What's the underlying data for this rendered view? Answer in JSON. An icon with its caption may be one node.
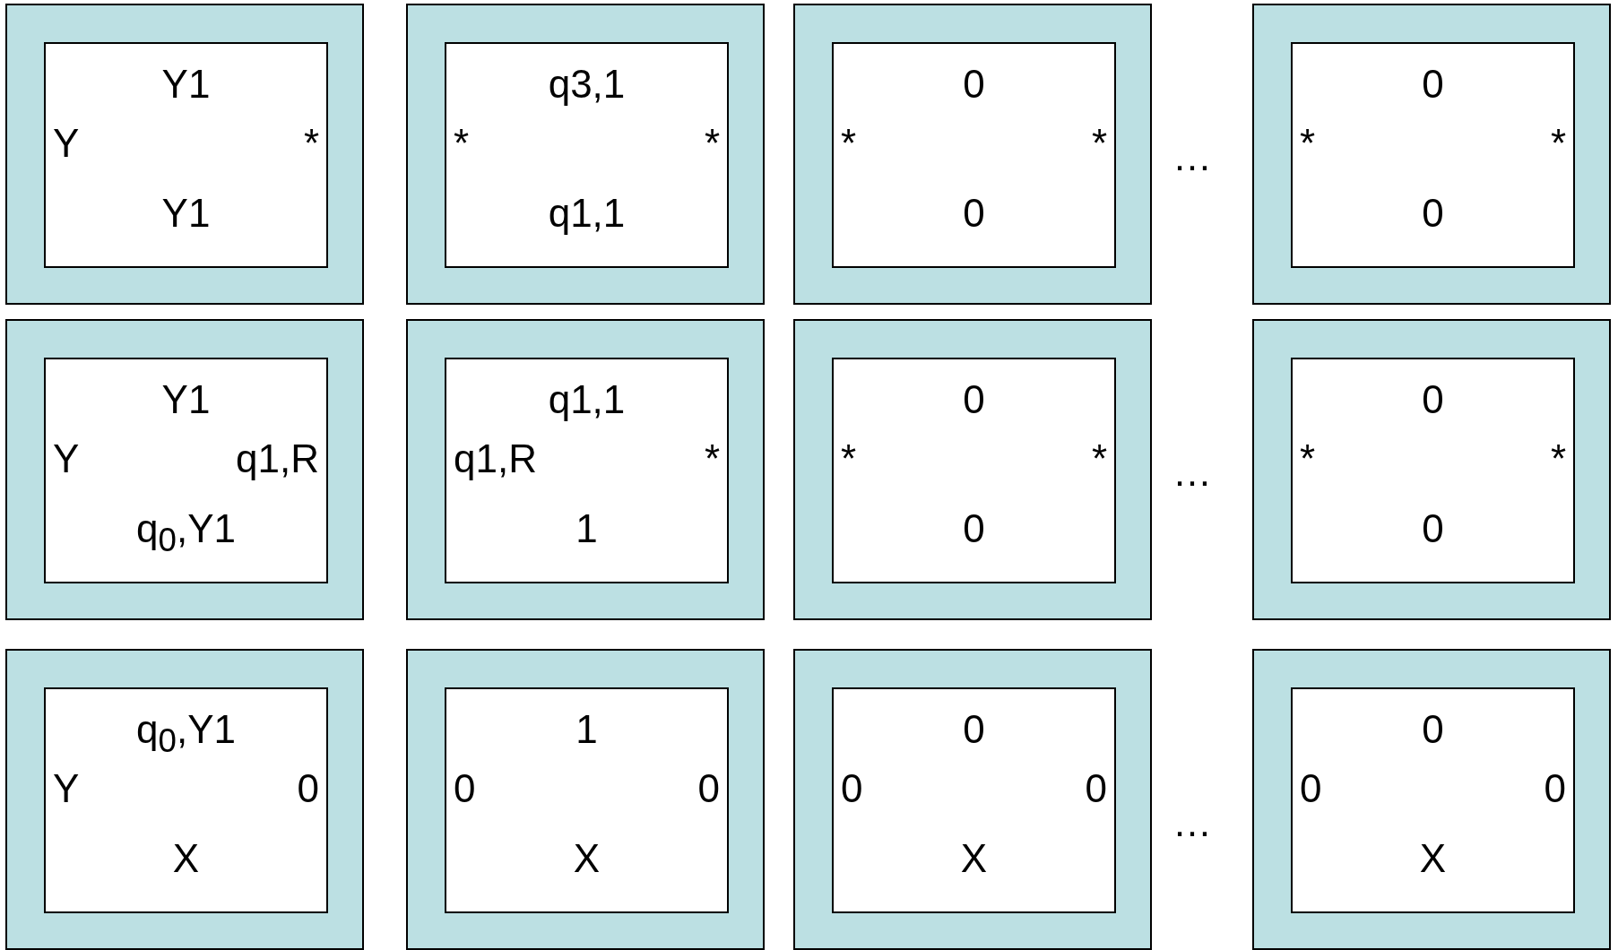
{
  "diagram": {
    "nodes": [
      {
        "text": [
          "Y1",
          "Y",
          "*",
          "Y1"
        ]
      },
      {
        "text": [
          "q3,1",
          "*",
          "*",
          "q1,1"
        ]
      },
      {
        "text": [
          "0",
          "*",
          "*",
          "0"
        ]
      },
      {
        "text": [
          "0",
          "*",
          "*",
          "0"
        ]
      },
      {
        "text": [
          "Y1",
          "Y",
          "q1,R",
          "q$_{0}$,Y1"
        ]
      },
      {
        "text": [
          "q1,1",
          "q1,R",
          "*",
          "1"
        ]
      },
      {
        "text": [
          "0",
          "*",
          "*",
          "0"
        ]
      },
      {
        "text": [
          "0",
          "*",
          "*",
          "0"
        ]
      },
      {
        "text": [
          "q$_{0}$,Y1",
          "Y",
          "0",
          "X"
        ]
      },
      {
        "text": [
          "1",
          "0",
          "0",
          "X"
        ]
      },
      {
        "text": [
          "0",
          "0",
          "0",
          "X"
        ]
      },
      {
        "text": [
          "0",
          "0",
          "0",
          "X"
        ]
      }
    ],
    "labels": [
      "…",
      "…",
      "…"
    ]
  }
}
